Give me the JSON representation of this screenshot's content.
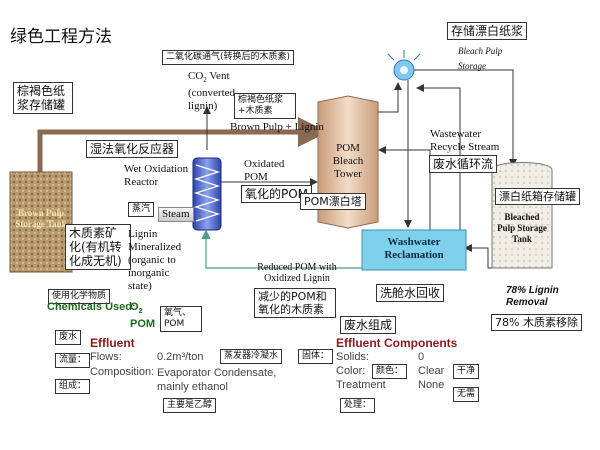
{
  "title": "绿色工程方法",
  "colors": {
    "brown_pipe": "#8a6a52",
    "teal_line": "#4f9b8f",
    "black_line": "#333333",
    "red_heading": "#8b1a1a",
    "green_label": "#1b6b1b",
    "bleach_tower": "#e8c4a8",
    "washwater": "#7fd0ea"
  },
  "labels": {
    "co2_cn": "二氧化碳通气(转换后的木质素)",
    "co2_en_1": "CO",
    "co2_sub": "2",
    "co2_en_2": " Vent",
    "co2_en_3": "(converted",
    "co2_en_4": "lignin)",
    "brown_pulp_cn": "棕褐色纸浆+木质素",
    "brown_pulp_en": "Brown Pulp + Lignin",
    "storage_cn_left": "棕褐色纸浆存储罐",
    "wet_reactor_cn": "湿法氧化反应器",
    "wet_reactor_en": "Wet Oxidation Reactor",
    "steam_cn": "蒸汽",
    "steam_en": "Steam",
    "oxidated_pom_en": "Oxidated POM",
    "oxidated_pom_cn": "氧化的POM",
    "pom_tower_en": "POM Bleach Tower",
    "pom_tower_cn": "POM漂白塔",
    "bleach_pulp_storage_cn": "存储漂白纸浆",
    "bleach_pulp_storage_en": "Bleach Pulp Storage",
    "wastewater_en": "Wastewater Recycle Stream",
    "wastewater_cn": "废水循环流",
    "washwater_en": "Washwater Reclamation",
    "washwater_cn": "洗舱水回收",
    "brown_tank_en": "Brown Pulp Storage Tank",
    "bleached_tank_en": "Bleached Pulp Storage Tank",
    "bleached_tank_cn": "漂白纸箱存储罐",
    "lignin_removal_en": "78% Lignin Removal",
    "lignin_removal_cn": "78% 木质素移除",
    "lignin_cn": "木质素矿化(有机转化成无机)",
    "lignin_en": "Lignin Mineralized (organic to inorganic state)",
    "reduced_pom_en": "Reduced POM with Oxidized Lignin",
    "reduced_pom_cn": "减少的POM和氧化的木质素",
    "chem_used_cn": "使用化学物质",
    "chem_used_en": "Chemicals Used:",
    "o2": "O",
    "o2_sub": "2",
    "pom": "POM",
    "o2_pom_cn": "氧气、POM",
    "effluent_components_cn": "废水组成",
    "wastewater_tag_cn": "废水",
    "effluent_en": "Effluent",
    "flow_cn": "流量：",
    "flows_en": "Flows:",
    "flows_val": "0.2m³/ton",
    "evap_cn": "蒸发器冷凝水",
    "solids_tag_cn": "固体：",
    "composition_cn": "组成：",
    "composition_en": "Composition:",
    "composition_val": "Evaporator Condensate, mainly ethanol",
    "ethanol_cn": "主要是乙醇",
    "effluent_components_en": "Effluent Components",
    "solids_en": "Solids:",
    "solids_val": "0",
    "color_en": "Color:",
    "color_tag_cn": "颜色：",
    "color_val": "Clear",
    "clean_cn": "干净",
    "treatment_en": "Treatment",
    "treatment_val": "None",
    "treatment_tag_cn": "处理：",
    "none_cn": "无需"
  }
}
